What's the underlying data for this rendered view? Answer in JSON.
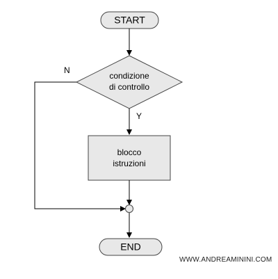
{
  "diagram": {
    "start_label": "START",
    "condition_label": [
      "condizione",
      "di controllo"
    ],
    "block_label": [
      "blocco",
      "istruzioni"
    ],
    "end_label": "END",
    "branch_no": "N",
    "branch_yes": "Y"
  },
  "footer": {
    "watermark": "WWW.ANDREAMININI.COM"
  },
  "colors": {
    "node_fill": "#e8e8e8",
    "stroke": "#444444"
  }
}
